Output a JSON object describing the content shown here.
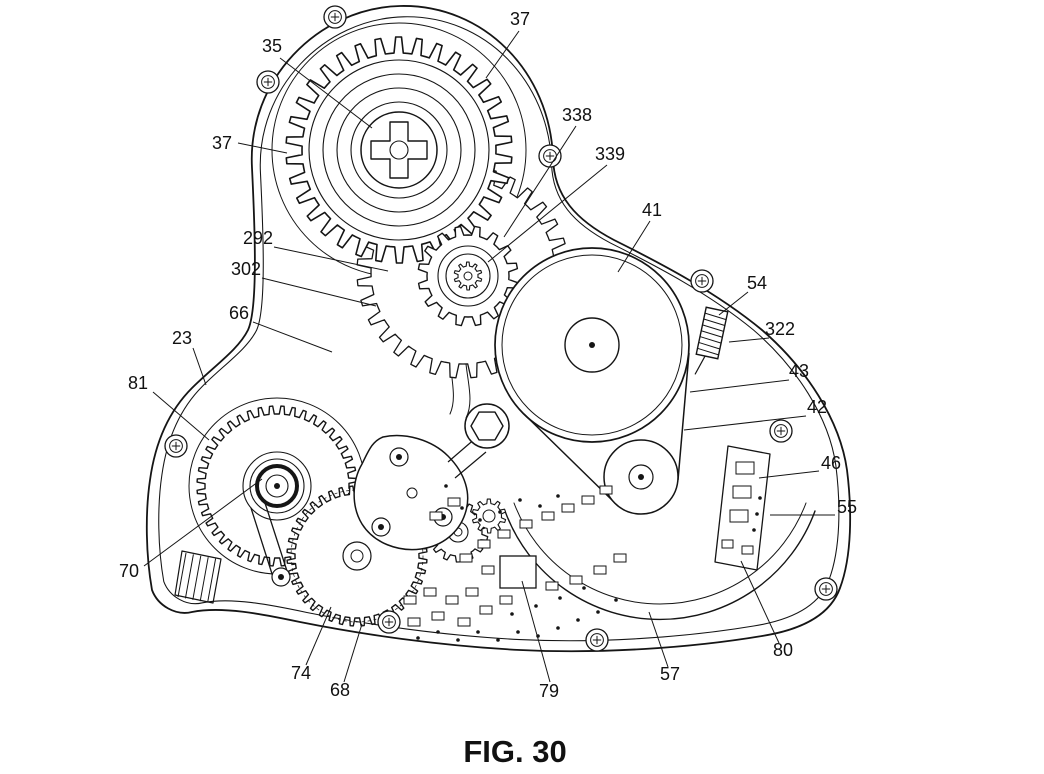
{
  "caption": "FIG. 30",
  "labels": [
    {
      "ref": "37-top",
      "text": "37"
    },
    {
      "ref": "35",
      "text": "35"
    },
    {
      "ref": "338",
      "text": "338"
    },
    {
      "ref": "339",
      "text": "339"
    },
    {
      "ref": "41",
      "text": "41"
    },
    {
      "ref": "37-left",
      "text": "37"
    },
    {
      "ref": "54",
      "text": "54"
    },
    {
      "ref": "322",
      "text": "322"
    },
    {
      "ref": "43",
      "text": "43"
    },
    {
      "ref": "42",
      "text": "42"
    },
    {
      "ref": "292",
      "text": "292"
    },
    {
      "ref": "302",
      "text": "302"
    },
    {
      "ref": "66",
      "text": "66"
    },
    {
      "ref": "23",
      "text": "23"
    },
    {
      "ref": "81",
      "text": "81"
    },
    {
      "ref": "46",
      "text": "46"
    },
    {
      "ref": "55",
      "text": "55"
    },
    {
      "ref": "70",
      "text": "70"
    },
    {
      "ref": "74",
      "text": "74"
    },
    {
      "ref": "68",
      "text": "68"
    },
    {
      "ref": "79",
      "text": "79"
    },
    {
      "ref": "57",
      "text": "57"
    },
    {
      "ref": "80",
      "text": "80"
    }
  ],
  "colors": {
    "line": "#151515",
    "background": "#ffffff"
  }
}
